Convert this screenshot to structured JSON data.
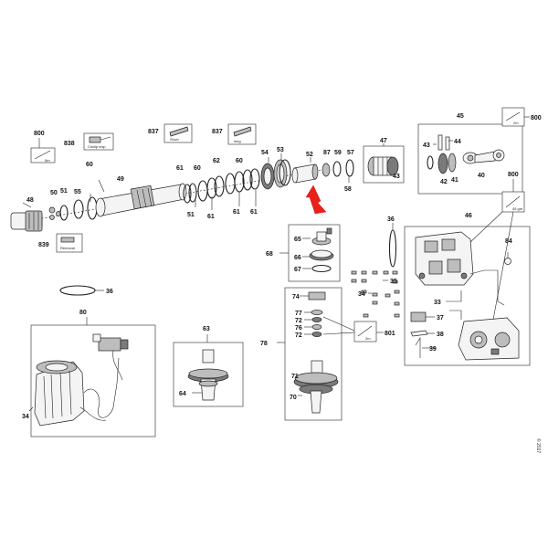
{
  "diagram": {
    "part_numbers": {
      "p800a": "800",
      "p838": "838",
      "p837a": "837",
      "p837b": "837",
      "p49": "49",
      "p48": "48",
      "p50": "50",
      "p51a": "51",
      "p55": "55",
      "p60a": "60",
      "p839": "839",
      "p61a": "61",
      "p60b": "60",
      "p62": "62",
      "p60c": "60",
      "p51b": "51",
      "p61b": "61",
      "p61c": "61",
      "p61d": "61",
      "p54": "54",
      "p53": "53",
      "p52": "52",
      "p87": "87",
      "p59": "59",
      "p57": "57",
      "p58": "58",
      "p47": "47",
      "p43a": "43",
      "p45": "45",
      "p800b": "800",
      "p43b": "43",
      "p44": "44",
      "p42": "42",
      "p41": "41",
      "p40": "40",
      "p800c": "800",
      "p46": "46",
      "p84": "84",
      "p36a": "36",
      "p68": "68",
      "p65": "65",
      "p66": "66",
      "p67": "67",
      "p35": "35",
      "p34a": "34",
      "p33": "33",
      "p37": "37",
      "p38": "38",
      "p39": "39",
      "p36b": "36",
      "p80": "80",
      "p34b": "34",
      "p63": "63",
      "p64": "64",
      "p74": "74",
      "p77": "77",
      "p72a": "72",
      "p76": "76",
      "p72b": "72",
      "p801": "801",
      "p78": "78",
      "p70": "70",
      "p71": "71"
    },
    "tool_captions": {
      "t800a": "5m",
      "t838": "Circlip insp",
      "t837a": "Short",
      "t837b": "long",
      "t839": "Removal",
      "t800b": "2m",
      "t800c": "45 gm",
      "t801": "2m"
    },
    "side_text": "© 2017"
  },
  "colors": {
    "highlight_arrow": "#e8201a",
    "line": "#222222"
  }
}
